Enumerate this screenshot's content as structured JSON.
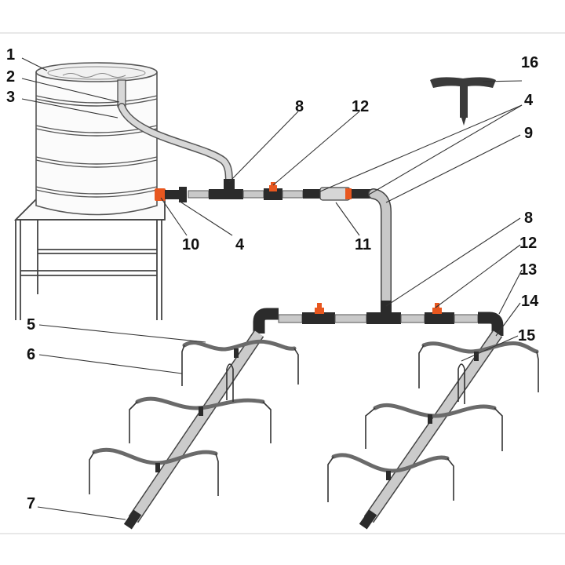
{
  "labels": {
    "l1": "1",
    "l2": "2",
    "l3": "3",
    "l4a": "4",
    "l4b": "4",
    "l5": "5",
    "l6": "6",
    "l7": "7",
    "l8a": "8",
    "l8b": "8",
    "l9": "9",
    "l10": "10",
    "l11": "11",
    "l12a": "12",
    "l12b": "12",
    "l13": "13",
    "l14": "14",
    "l15": "15",
    "l16": "16"
  },
  "colors": {
    "valve": "#e8571f",
    "pipe": "#2b2b2b",
    "hose": "#c9c9c9"
  }
}
